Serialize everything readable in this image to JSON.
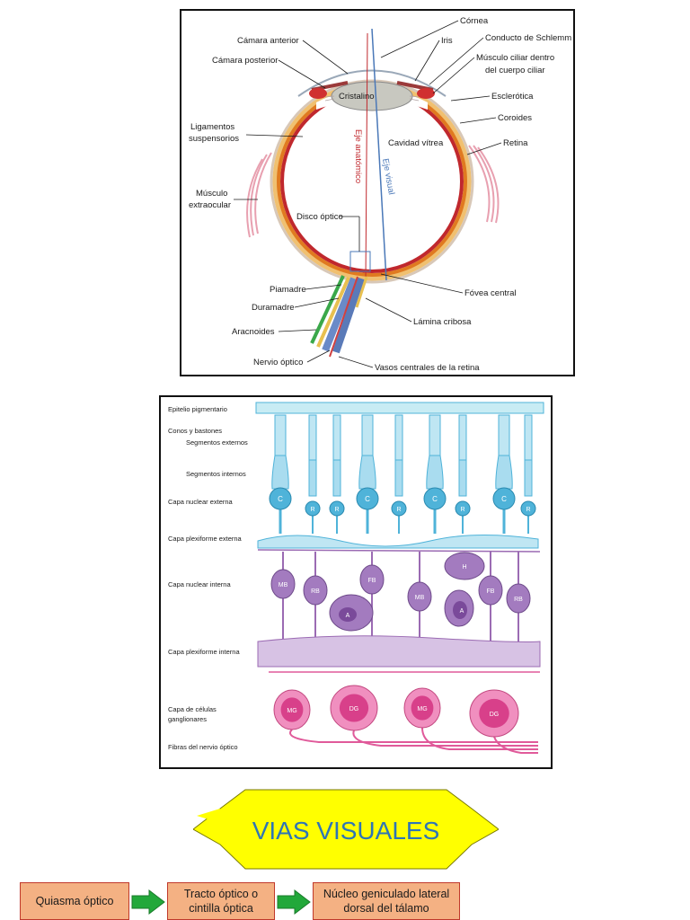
{
  "eye_diagram": {
    "labels": {
      "cornea": "Córnea",
      "iris": "Iris",
      "schlemm": "Conducto de Schlemm",
      "anterior_chamber": "Cámara anterior",
      "posterior_chamber": "Cámara posterior",
      "ciliary_muscle_1": "Músculo ciliar dentro",
      "ciliary_muscle_2": "del cuerpo ciliar",
      "lens": "Cristalino",
      "sclera": "Esclerótica",
      "choroid": "Coroides",
      "retina": "Retina",
      "ligaments_1": "Ligamentos",
      "ligaments_2": "suspensorios",
      "vitreous": "Cavidad vítrea",
      "anatomic_axis": "Eje anatómico",
      "visual_axis": "Eje visual",
      "extraocular_1": "Músculo",
      "extraocular_2": "extraocular",
      "optic_disc": "Disco óptico",
      "piamater": "Piamadre",
      "duramater": "Duramadre",
      "arachnoid": "Aracnoides",
      "optic_nerve": "Nervio óptico",
      "fovea": "Fóvea central",
      "lamina": "Lámina cribosa",
      "vessels": "Vasos centrales de la retina"
    }
  },
  "retina_diagram": {
    "layers": {
      "pigment": "Epitelio pigmentario",
      "cones_rods": "Conos y bastones",
      "outer_segments": "Segmentos externos",
      "inner_segments": "Segmentos internos",
      "outer_nuclear": "Capa nuclear externa",
      "outer_plexiform": "Capa plexiforme externa",
      "inner_nuclear": "Capa nuclear interna",
      "inner_plexiform": "Capa plexiforme interna",
      "ganglion_1": "Capa de células",
      "ganglion_2": "ganglionares",
      "optic_fibers": "Fibras del nervio óptico"
    },
    "cell_labels": {
      "cone": "C",
      "rod": "R",
      "midget_bipolar": "MB",
      "rod_bipolar": "RB",
      "flat_bipolar": "FB",
      "horizontal": "H",
      "amacrine": "A",
      "midget_ganglion": "MG",
      "diffuse_ganglion": "DG"
    }
  },
  "title": "VIAS VISUALES",
  "flow": {
    "step1": "Quiasma óptico",
    "step2_1": "Tracto óptico o",
    "step2_2": "cintilla óptica",
    "step3_1": "Núcleo geniculado lateral",
    "step3_2": "dorsal del tálamo"
  },
  "colors": {
    "sclera_red": "#c0282d",
    "choroid_orange": "#e89a3c",
    "retina_cyan": "#4fb3d9",
    "retina_purple": "#9b6bb3",
    "ganglion_pink": "#e05a9a",
    "title_yellow": "#ffff00",
    "title_text": "#2e75b6",
    "flow_box": "#f4b183",
    "arrow_green": "#22a83a"
  }
}
